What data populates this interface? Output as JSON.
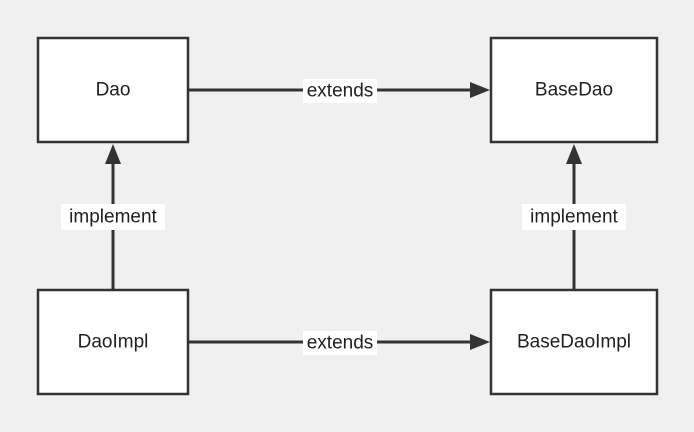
{
  "diagram": {
    "nodes": {
      "dao": "Dao",
      "base_dao": "BaseDao",
      "dao_impl": "DaoImpl",
      "base_dao_impl": "BaseDaoImpl"
    },
    "edges": {
      "top_extends": "extends",
      "bottom_extends": "extends",
      "left_implement": "implement",
      "right_implement": "implement"
    },
    "colors": {
      "background": "#f0f0f0",
      "box_fill": "#ffffff",
      "stroke": "#333333",
      "text": "#1f1f1f"
    }
  }
}
